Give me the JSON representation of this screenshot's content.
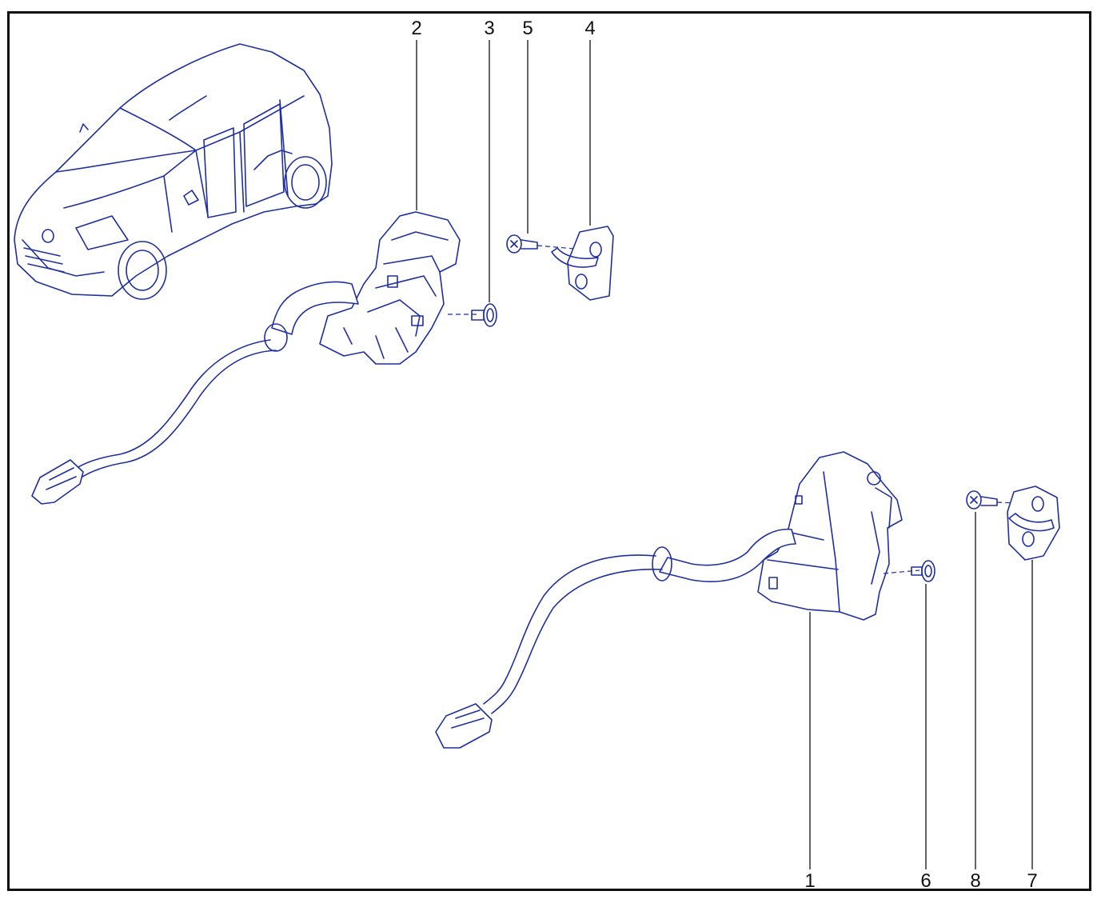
{
  "diagram": {
    "colors": {
      "linework": "#1f2f9e",
      "frame": "#111111",
      "background": "#ffffff"
    },
    "callouts": {
      "c1": "1",
      "c2": "2",
      "c3": "3",
      "c4": "4",
      "c5": "5",
      "c6": "6",
      "c7": "7",
      "c8": "8"
    }
  }
}
